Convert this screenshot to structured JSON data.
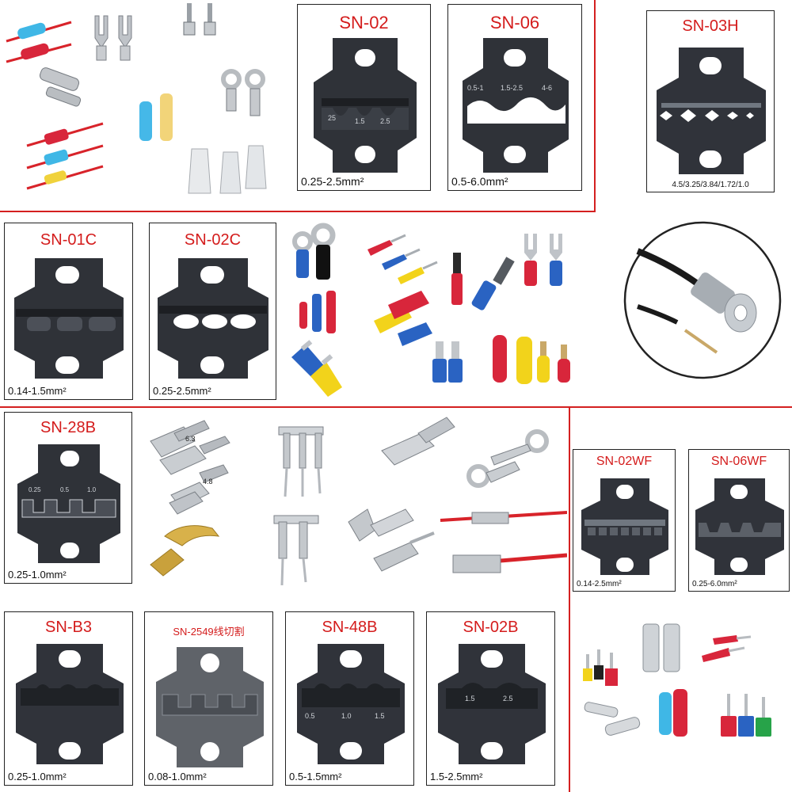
{
  "colors": {
    "accent_red": "#d42020",
    "title_red": "#d41c1c",
    "die_dark": "#2a2d33",
    "die_mid": "#3a3e45"
  },
  "dies": {
    "sn02": {
      "title": "SN-02",
      "spec": "0.25-2.5mm²"
    },
    "sn06": {
      "title": "SN-06",
      "spec": "0.5-6.0mm²"
    },
    "sn03h": {
      "title": "SN-03H",
      "spec": "4.5/3.25/3.84/1.72/1.0"
    },
    "sn01c": {
      "title": "SN-01C",
      "spec": "0.14-1.5mm²"
    },
    "sn02c": {
      "title": "SN-02C",
      "spec": "0.25-2.5mm²"
    },
    "sn28b": {
      "title": "SN-28B",
      "spec": "0.25-1.0mm²"
    },
    "sn02wf": {
      "title": "SN-02WF",
      "spec": "0.14-2.5mm²"
    },
    "sn06wf": {
      "title": "SN-06WF",
      "spec": "0.25-6.0mm²"
    },
    "snb3": {
      "title": "SN-B3",
      "spec": "0.25-1.0mm²"
    },
    "sn2549": {
      "title": "SN-2549线切割",
      "spec": "0.08-1.0mm²"
    },
    "sn48b": {
      "title": "SN-48B",
      "spec": "0.5-1.5mm²"
    },
    "sn02b": {
      "title": "SN-02B",
      "spec": "1.5-2.5mm²"
    }
  },
  "die_engravings": {
    "sn02": [
      "25",
      "1.5",
      "2.5"
    ],
    "sn06": [
      "0.5-1",
      "1.5-2.5",
      "4-6"
    ],
    "sn28b": [
      "0.25",
      "0.5",
      "1.0"
    ],
    "sn48b": [
      "0.5",
      "1.0",
      "1.5"
    ],
    "sn02b": [
      "1.5",
      "2.5"
    ]
  },
  "terminal_labels": {
    "size_a": "6.3",
    "size_b": "4.8"
  }
}
